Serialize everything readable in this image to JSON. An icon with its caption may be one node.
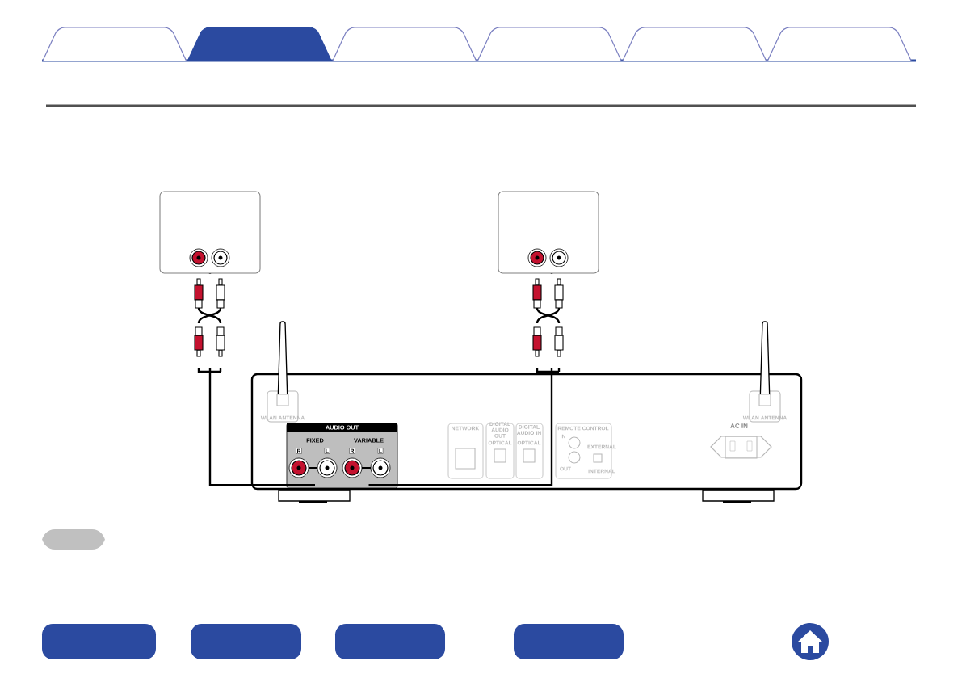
{
  "diagram": {
    "nodes": [
      {
        "text": [],
        "shape": "box"
      },
      {
        "text": [],
        "shape": "box"
      },
      {
        "text": [],
        "shape": "box"
      },
      {
        "text": [
          "AUDIO OUT"
        ],
        "in": 2
      },
      {
        "text": [
          "FIXED",
          "R",
          "L"
        ],
        "in": 3
      },
      {
        "text": [
          "VARIABLE",
          "R",
          "L"
        ],
        "in": 3
      },
      {
        "text": [],
        "shape": "box"
      }
    ],
    "edges": [
      {
        "from": 0,
        "to": 4,
        "arrow": "none"
      },
      {
        "from": 1,
        "to": 5,
        "arrow": "none"
      }
    ],
    "labels": [
      "WLAN ANTENNA",
      "NETWORK",
      "DIGITAL AUDIO OUT",
      "OPTICAL",
      "DIGITAL AUDIO IN",
      "OPTICAL",
      "REMOTE CONTROL",
      "IN",
      "OUT",
      "EXTERNAL",
      "INTERNAL",
      "AC IN",
      "WLAN ANTENNA"
    ]
  }
}
